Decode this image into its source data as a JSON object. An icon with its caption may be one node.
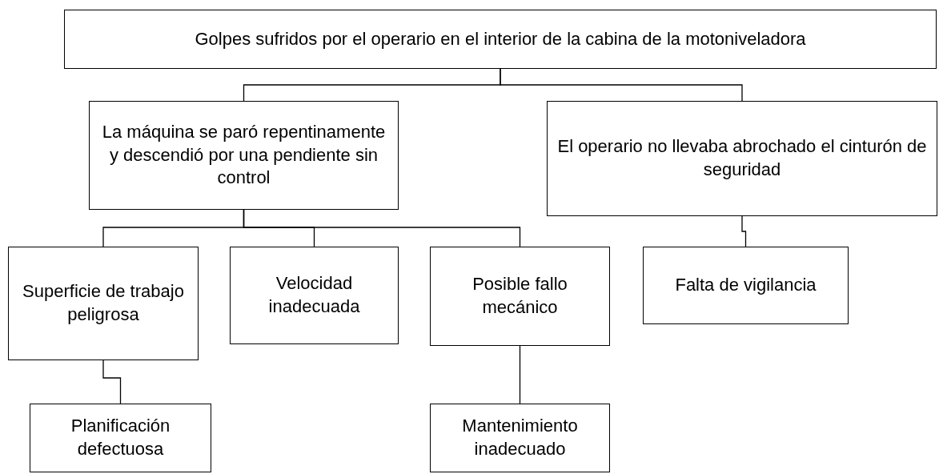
{
  "diagram": {
    "nodes": [
      {
        "text": [
          "Golpes sufridos por el operario en el interior de la cabina de la motoniveladora"
        ]
      },
      {
        "text": [
          "La máquina se paró repentinamente y descendió por una pendiente sin control"
        ]
      },
      {
        "text": [
          "El operario no llevaba abrochado el cinturón de seguridad"
        ]
      },
      {
        "text": [
          "Superficie de trabajo peligrosa"
        ]
      },
      {
        "text": [
          "Velocidad inadecuada"
        ]
      },
      {
        "text": [
          "Posible fallo mecánico"
        ]
      },
      {
        "text": [
          "Falta de vigilancia"
        ]
      },
      {
        "text": [
          "Planificación defectuosa"
        ]
      },
      {
        "text": [
          "Mantenimiento inadecuado"
        ]
      }
    ],
    "edges": [
      {
        "from": 0,
        "to": 1,
        "arrow": "none"
      },
      {
        "from": 0,
        "to": 2,
        "arrow": "none"
      },
      {
        "from": 1,
        "to": 3,
        "arrow": "none"
      },
      {
        "from": 1,
        "to": 4,
        "arrow": "none"
      },
      {
        "from": 1,
        "to": 5,
        "arrow": "none"
      },
      {
        "from": 2,
        "to": 6,
        "arrow": "none"
      },
      {
        "from": 3,
        "to": 7,
        "arrow": "none"
      },
      {
        "from": 5,
        "to": 8,
        "arrow": "none"
      }
    ]
  }
}
